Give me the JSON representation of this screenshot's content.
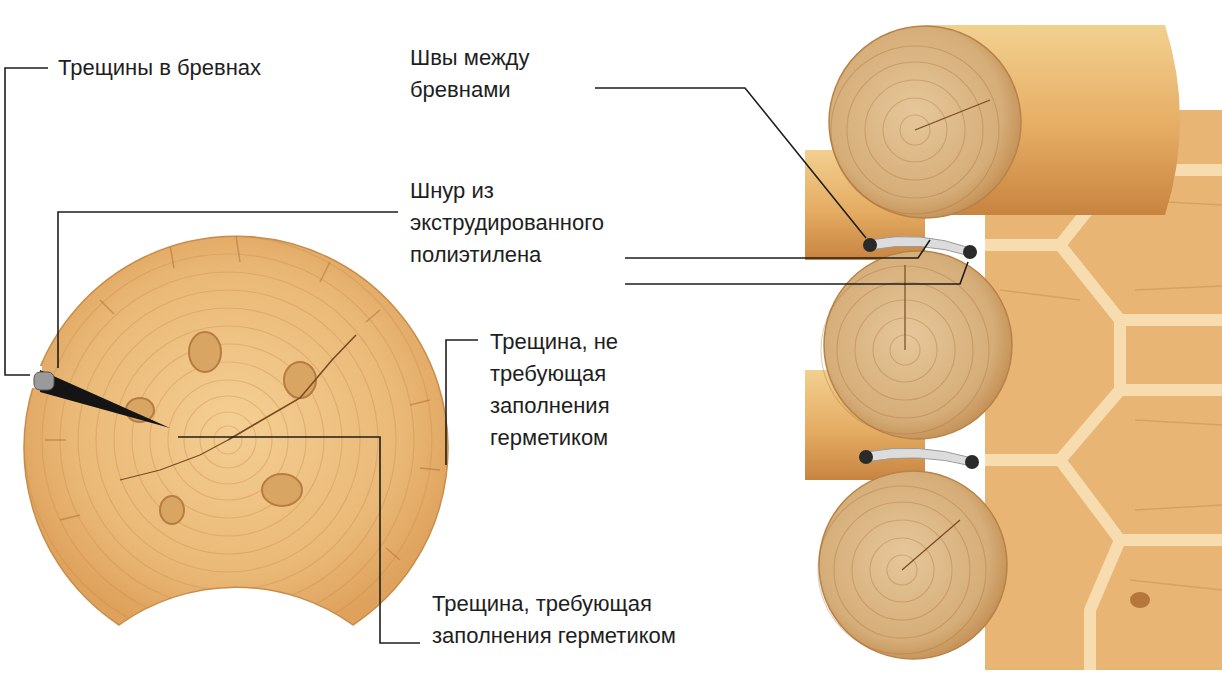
{
  "diagram": {
    "labels": [
      "Трещины в бревнах",
      "Швы между бревнами",
      "Шнур из экструдированного полиэтилена",
      "Трещина, не требующая заполнения герметиком",
      "Трещина, требующая заполнения герметиком"
    ]
  }
}
